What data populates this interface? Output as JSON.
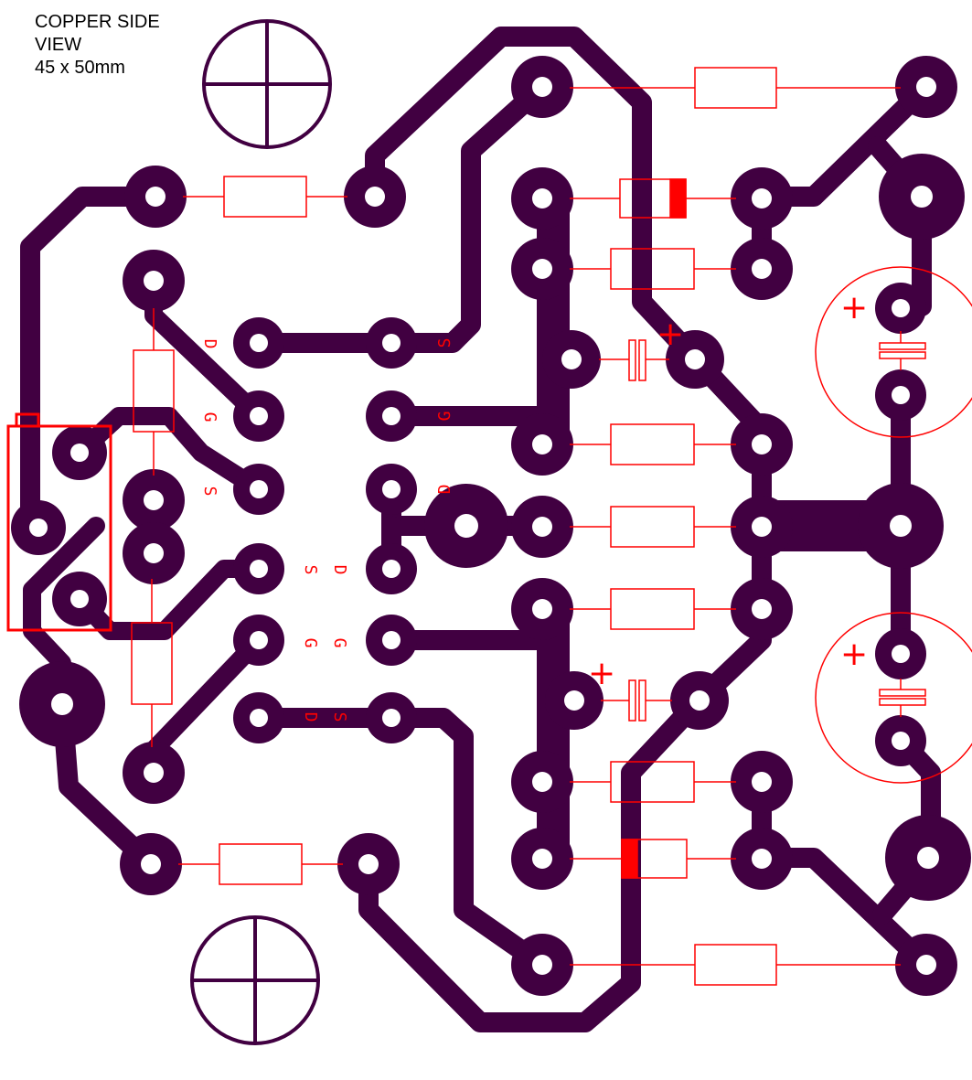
{
  "caption": {
    "line1": "COPPER SIDE",
    "line2": "VIEW",
    "line3": "45 x 50mm"
  },
  "pin_labels": [
    {
      "id": "q1-d",
      "text": "D"
    },
    {
      "id": "q1-g",
      "text": "G"
    },
    {
      "id": "q1-s",
      "text": "S"
    },
    {
      "id": "q2-s",
      "text": "S"
    },
    {
      "id": "q2-g",
      "text": "G"
    },
    {
      "id": "q2-d",
      "text": "D"
    },
    {
      "id": "q3-s",
      "text": "S"
    },
    {
      "id": "q3-g",
      "text": "G"
    },
    {
      "id": "q3-d",
      "text": "D"
    },
    {
      "id": "q4-d",
      "text": "D"
    },
    {
      "id": "q4-g",
      "text": "G"
    },
    {
      "id": "q4-s",
      "text": "S"
    }
  ],
  "polarity": {
    "plus": "+"
  },
  "colors": {
    "copper": "#410041",
    "silkscreen": "#ff0000",
    "background": "#ffffff",
    "drill": "#ffffff",
    "caption": "#000000"
  }
}
